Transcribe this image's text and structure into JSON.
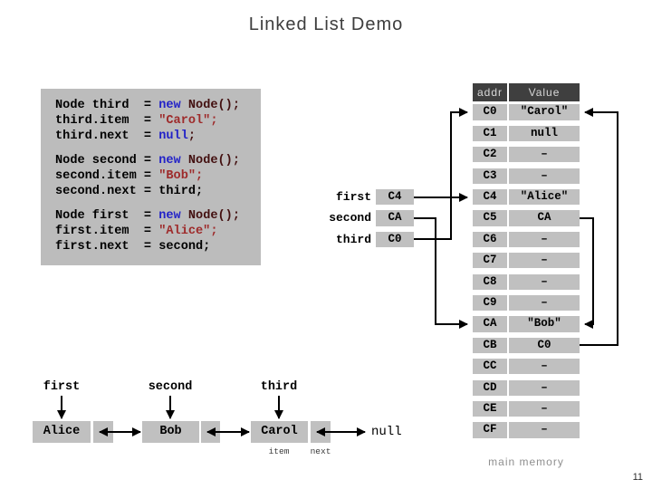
{
  "title": "Linked List Demo",
  "page_number": "11",
  "colors": {
    "keyword_blue": "#2222c8",
    "type_maroon": "#431010",
    "string_red": "#9e2b2b",
    "box_gray": "#c0c0c0",
    "header_dark": "#3f3f3f",
    "arrow_black": "#000000"
  },
  "code": {
    "groups": [
      {
        "lines": [
          [
            {
              "t": "Node third  = ",
              "c": "plain"
            },
            {
              "t": "new",
              "c": "keyword"
            },
            {
              "t": " ",
              "c": "plain"
            },
            {
              "t": "Node();",
              "c": "type"
            }
          ],
          [
            {
              "t": "third.item  = ",
              "c": "plain"
            },
            {
              "t": "\"Carol\";",
              "c": "string"
            }
          ],
          [
            {
              "t": "third.next  = ",
              "c": "plain"
            },
            {
              "t": "null",
              "c": "keyword"
            },
            {
              "t": ";",
              "c": "type"
            }
          ]
        ]
      },
      {
        "lines": [
          [
            {
              "t": "Node second = ",
              "c": "plain"
            },
            {
              "t": "new",
              "c": "keyword"
            },
            {
              "t": " ",
              "c": "plain"
            },
            {
              "t": "Node();",
              "c": "type"
            }
          ],
          [
            {
              "t": "second.item = ",
              "c": "plain"
            },
            {
              "t": "\"Bob\";",
              "c": "string"
            }
          ],
          [
            {
              "t": "second.next = ",
              "c": "plain"
            },
            {
              "t": "third;",
              "c": "plain"
            }
          ]
        ]
      },
      {
        "lines": [
          [
            {
              "t": "Node first  = ",
              "c": "plain"
            },
            {
              "t": "new",
              "c": "keyword"
            },
            {
              "t": " ",
              "c": "plain"
            },
            {
              "t": "Node();",
              "c": "type"
            }
          ],
          [
            {
              "t": "first.item  = ",
              "c": "plain"
            },
            {
              "t": "\"Alice\";",
              "c": "string"
            }
          ],
          [
            {
              "t": "first.next  = ",
              "c": "plain"
            },
            {
              "t": "second;",
              "c": "plain"
            }
          ]
        ]
      }
    ]
  },
  "pointers": [
    {
      "label": "first",
      "value": "C4"
    },
    {
      "label": "second",
      "value": "CA"
    },
    {
      "label": "third",
      "value": "C0"
    }
  ],
  "memory": {
    "col_headers": [
      "addr",
      "Value"
    ],
    "rows": [
      {
        "addr": "C0",
        "value": "\"Carol\""
      },
      {
        "addr": "C1",
        "value": "null"
      },
      {
        "addr": "C2",
        "value": "–"
      },
      {
        "addr": "C3",
        "value": "–"
      },
      {
        "addr": "C4",
        "value": "\"Alice\""
      },
      {
        "addr": "C5",
        "value": "CA"
      },
      {
        "addr": "C6",
        "value": "–"
      },
      {
        "addr": "C7",
        "value": "–"
      },
      {
        "addr": "C8",
        "value": "–"
      },
      {
        "addr": "C9",
        "value": "–"
      },
      {
        "addr": "CA",
        "value": "\"Bob\""
      },
      {
        "addr": "CB",
        "value": "C0"
      },
      {
        "addr": "CC",
        "value": "–"
      },
      {
        "addr": "CD",
        "value": "–"
      },
      {
        "addr": "CE",
        "value": "–"
      },
      {
        "addr": "CF",
        "value": "–"
      }
    ],
    "caption": "main memory"
  },
  "diagram": {
    "nodes": [
      {
        "pointer": "first",
        "item": "Alice"
      },
      {
        "pointer": "second",
        "item": "Bob"
      },
      {
        "pointer": "third",
        "item": "Carol"
      }
    ],
    "terminator": "null",
    "field_labels": {
      "item": "item",
      "next": "next"
    }
  }
}
